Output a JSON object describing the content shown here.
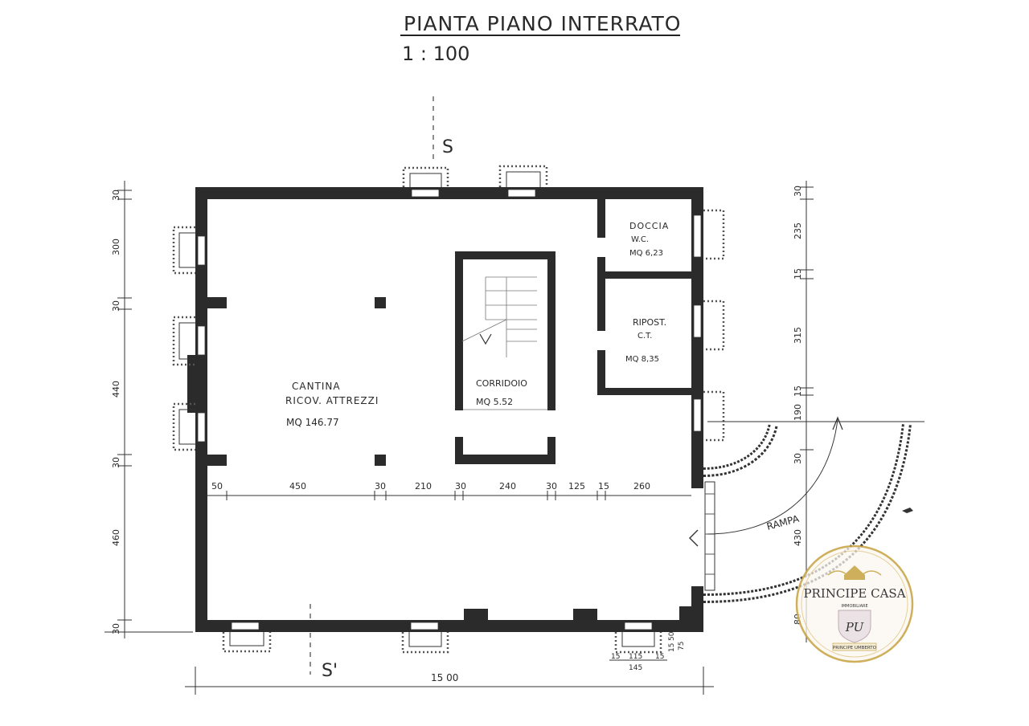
{
  "title": "PIANTA PIANO INTERRATO",
  "scale": "1 : 100",
  "section_marks": {
    "top": "S",
    "bottom": "S'"
  },
  "rooms": {
    "cantina": {
      "name_line1": "CANTINA",
      "name_line2": "RICOV. ATTREZZI",
      "area": "MQ  146.77"
    },
    "corridoio": {
      "name": "CORRIDOIO",
      "area": "MQ  5.52"
    },
    "doccia": {
      "name_line1": "DOCCIA",
      "name_line2": "W.C.",
      "area": "MQ  6,23"
    },
    "ripost": {
      "name_line1": "RIPOST.",
      "name_line2": "C.T.",
      "area": "MQ  8,35"
    }
  },
  "ramp_label": "RAMPA",
  "dimensions": {
    "left": [
      "30",
      "300",
      "30",
      "440",
      "30",
      "460",
      "30"
    ],
    "right": [
      "30",
      "235",
      "15",
      "315",
      "15",
      "190",
      "30",
      "430",
      "80"
    ],
    "internal": [
      "50",
      "450",
      "30",
      "210",
      "30",
      "240",
      "30",
      "125",
      "15",
      "260"
    ],
    "bottom_total": "15 00",
    "bottom_small": [
      "15",
      "115",
      "15",
      "145",
      "15",
      "50",
      "75"
    ]
  },
  "watermark": {
    "brand": "PRINCIPE CASA",
    "small_text": "IMMOBILIARE",
    "monogram": "PU",
    "ribbon": "PRINCIPE UMBERTO"
  },
  "colors": {
    "ink": "#2b2b2b",
    "paper": "#ffffff",
    "watermark_gold": "#c9a74a"
  }
}
